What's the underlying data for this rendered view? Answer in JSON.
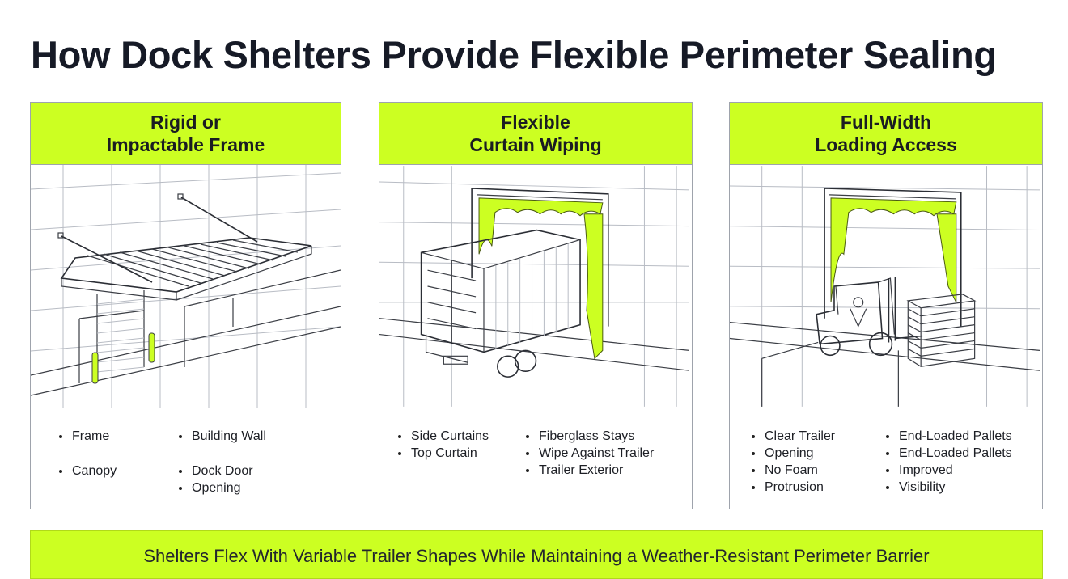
{
  "title": "How Dock Shelters Provide Flexible Perimeter Sealing",
  "panels": [
    {
      "title": "Rigid or\nImpactable Frame",
      "bullets_left": [
        "Frame",
        "Canopy"
      ],
      "bullets_right": [
        "Building Wall",
        "Dock Door",
        "Opening"
      ]
    },
    {
      "title": "Flexible\nCurtain Wiping",
      "bullets_left": [
        "Side Curtains",
        "Top Curtain"
      ],
      "bullets_right": [
        "Fiberglass Stays",
        "Wipe Against Trailer",
        "Trailer Exterior"
      ]
    },
    {
      "title": "Full-Width\nLoading Access",
      "bullets_left": [
        "Clear Trailer",
        "Opening",
        "No Foam",
        "Protrusion"
      ],
      "bullets_right": [
        "End-Loaded Pallets",
        "End-Loaded Pallets",
        "Improved",
        "Visibility"
      ]
    }
  ],
  "footer": "Shelters Flex With Variable Trailer Shapes While Maintaining a Weather-Resistant Perimeter Barrier",
  "colors": {
    "accent": "#ccff22",
    "border": "#9ea3ac",
    "text": "#161a26"
  }
}
